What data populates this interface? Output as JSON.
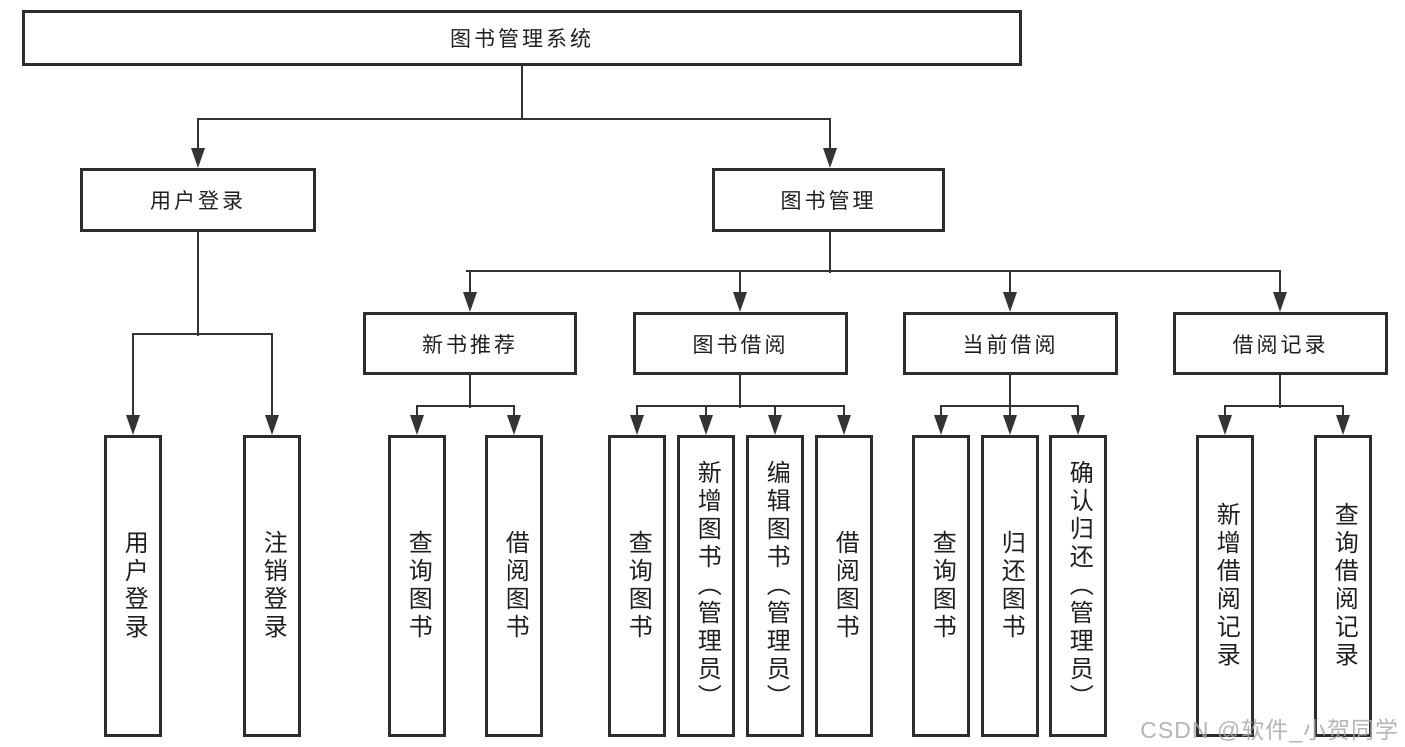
{
  "tree": {
    "root": {
      "label": "图书管理系统"
    },
    "branches": [
      {
        "label": "用户登录",
        "leaves": [
          {
            "label": "用户登录"
          },
          {
            "label": "注销登录"
          }
        ]
      },
      {
        "label": "图书管理",
        "children": [
          {
            "label": "新书推荐",
            "leaves": [
              {
                "label": "查询图书"
              },
              {
                "label": "借阅图书"
              }
            ]
          },
          {
            "label": "图书借阅",
            "leaves": [
              {
                "label": "查询图书"
              },
              {
                "label": "新增图书（管理员）"
              },
              {
                "label": "编辑图书（管理员）"
              },
              {
                "label": "借阅图书"
              }
            ]
          },
          {
            "label": "当前借阅",
            "leaves": [
              {
                "label": "查询图书"
              },
              {
                "label": "归还图书"
              },
              {
                "label": "确认归还（管理员）"
              }
            ]
          },
          {
            "label": "借阅记录",
            "leaves": [
              {
                "label": "新增借阅记录"
              },
              {
                "label": "查询借阅记录"
              }
            ]
          }
        ]
      }
    ]
  },
  "watermark": "CSDN @软件_小贺同学",
  "colors": {
    "line": "#333333",
    "box_border": "#2d2d2d",
    "text": "#1f1f1f",
    "background": "#ffffff",
    "watermark": "#a9a9a9"
  }
}
